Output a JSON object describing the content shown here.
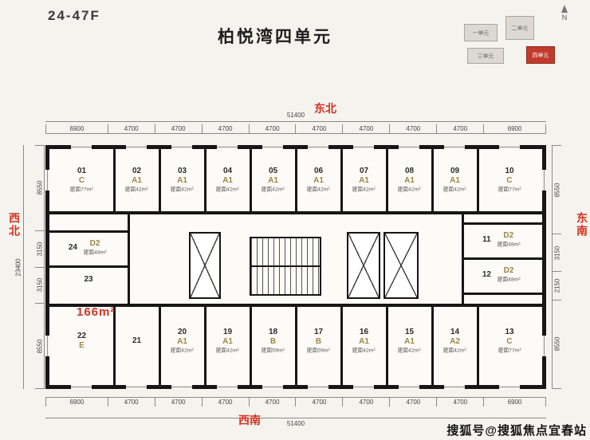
{
  "header": {
    "floors": "24-47F",
    "title": "柏悦湾四单元"
  },
  "watermark": "搜狐号@搜狐焦点宜春站",
  "directions": {
    "top": "东北",
    "bottom": "西南",
    "left": "西北",
    "right": "东南"
  },
  "keyplan": {
    "north": "N",
    "blocks": [
      {
        "label": "一单元",
        "highlight": false
      },
      {
        "label": "二单元",
        "highlight": false
      },
      {
        "label": "三单元",
        "highlight": false
      },
      {
        "label": "四单元",
        "highlight": true
      }
    ]
  },
  "dimensions": {
    "top_total": "51400",
    "bottom_total": "51400",
    "left_total": "23400",
    "top_segments": [
      "6900",
      "4700",
      "4700",
      "4700",
      "4700",
      "4700",
      "4700",
      "4700",
      "4700",
      "6900"
    ],
    "bottom_segments": [
      "6900",
      "4700",
      "4700",
      "4700",
      "4700",
      "4700",
      "4700",
      "4700",
      "4700",
      "6900"
    ],
    "left_segments": [
      "8550",
      "3150",
      "3150",
      "8550"
    ],
    "right_segments": [
      "8550",
      "3150",
      "2150",
      "8550"
    ]
  },
  "highlight_area": "166m²",
  "units_top": [
    {
      "no": "01",
      "type": "C",
      "area": "建面77m²"
    },
    {
      "no": "02",
      "type": "A1",
      "area": "建面42m²"
    },
    {
      "no": "03",
      "type": "A1",
      "area": "建面42m²"
    },
    {
      "no": "04",
      "type": "A1",
      "area": "建面42m²"
    },
    {
      "no": "05",
      "type": "A1",
      "area": "建面42m²"
    },
    {
      "no": "06",
      "type": "A1",
      "area": "建面42m²"
    },
    {
      "no": "07",
      "type": "A1",
      "area": "建面42m²"
    },
    {
      "no": "08",
      "type": "A1",
      "area": "建面42m²"
    },
    {
      "no": "09",
      "type": "A1",
      "area": "建面42m²"
    },
    {
      "no": "10",
      "type": "C",
      "area": "建面77m²"
    }
  ],
  "units_mid_left": [
    {
      "no": "24",
      "type": "D2",
      "area": "建面48m²"
    },
    {
      "no": "23",
      "type": "",
      "area": ""
    }
  ],
  "units_mid_right": [
    {
      "no": "11",
      "type": "D2",
      "area": "建面48m²"
    },
    {
      "no": "12",
      "type": "D2",
      "area": "建面48m²"
    }
  ],
  "units_bottom": [
    {
      "no": "22",
      "type": "E",
      "area": ""
    },
    {
      "no": "21",
      "type": "",
      "area": ""
    },
    {
      "no": "20",
      "type": "A1",
      "area": "建面42m²"
    },
    {
      "no": "19",
      "type": "A1",
      "area": "建面42m²"
    },
    {
      "no": "18",
      "type": "B",
      "area": "建面59m²"
    },
    {
      "no": "17",
      "type": "B",
      "area": "建面59m²"
    },
    {
      "no": "16",
      "type": "A1",
      "area": "建面42m²"
    },
    {
      "no": "15",
      "type": "A1",
      "area": "建面42m²"
    },
    {
      "no": "14",
      "type": "A2",
      "area": "建面42m²"
    },
    {
      "no": "13",
      "type": "C",
      "area": "建面77m²"
    }
  ],
  "colors": {
    "accent_red": "#d2321e",
    "type_gold": "#9c8544"
  }
}
